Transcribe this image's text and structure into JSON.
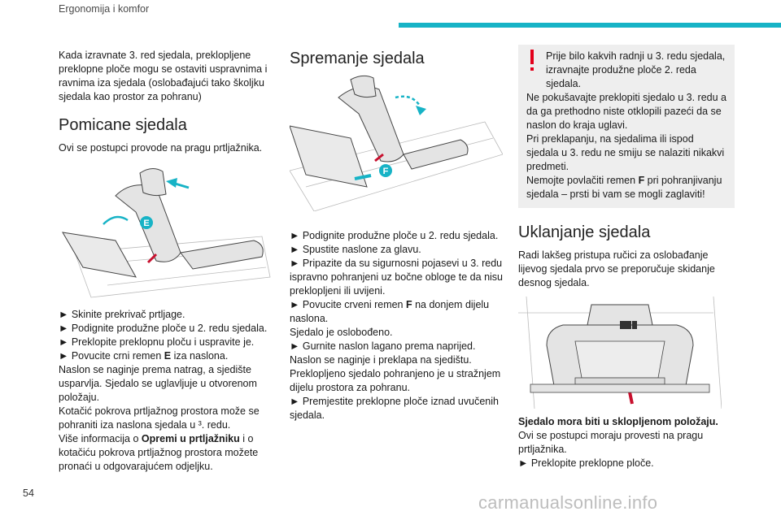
{
  "header": {
    "title": "Ergonomija i komfor",
    "accent_color": "#17b3c6"
  },
  "page_number": "54",
  "col1": {
    "intro": "Kada izravnate 3. red sjedala, preklopljene preklopne ploče mogu se ostaviti uspravnima i ravnima iza sjedala (oslobađajući tako školjku sjedala kao prostor za pohranu)",
    "heading": "Pomicane sjedala",
    "subintro": "Ovi se postupci provode na pragu prtljažnika.",
    "callout": "E",
    "steps": [
      "► Skinite prekrivač prtljage.",
      "► Podignite produžne ploče u 2. redu sjedala.",
      "► Preklopite preklopnu ploču i uspravite je."
    ],
    "step4_pre": "► Povucite crni remen ",
    "step4_bold": "E",
    "step4_post": " iza naslona.",
    "p1": "Naslon se naginje prema natrag, a sjedište usparvlja. Sjedalo se uglavljuje u otvorenom položaju.",
    "p2": "Kotačić pokrova prtljažnog prostora može se pohraniti iza naslona sjedala u ³. redu.",
    "more_pre": "Više informacija o ",
    "more_bold": "Opremi u prtljažniku",
    "more_post": " i o kotačiću pokrova prtljažnog prostora možete pronaći u odgovarajućem odjeljku."
  },
  "col2": {
    "heading": "Spremanje sjedala",
    "callout": "F",
    "steps": [
      "► Podignite produžne ploče u 2. redu sjedala.",
      "► Spustite naslone za glavu.",
      "► Pripazite da su sigurnosni pojasevi u 3. redu ispravno pohranjeni uz bočne obloge te da nisu preklopljeni ili uvijeni."
    ],
    "step4_pre": "► Povucite crveni remen ",
    "step4_bold": "F",
    "step4_post": " na donjem dijelu naslona.",
    "p1": "Sjedalo je oslobođeno.",
    "step5": "► Gurnite naslon lagano prema naprijed.",
    "p2": "Naslon se naginje i preklapa na sjedištu.",
    "p3": "Preklopljeno sjedalo pohranjeno je u stražnjem dijelu prostora za pohranu.",
    "step6": "► Premjestite preklopne ploče iznad uvučenih sjedala."
  },
  "col3": {
    "warning": {
      "line1": "Prije bilo kakvih radnji u 3. redu sjedala, izravnajte produžne ploče 2. reda sjedala.",
      "line2": "Ne pokušavajte preklopiti sjedalo u 3. redu a da ga prethodno niste otklopili pazeći da se naslon do kraja uglavi.",
      "line3": "Pri preklapanju, na sjedalima ili ispod sjedala u 3. redu ne smiju se nalaziti nikakvi predmeti.",
      "line4_pre": "Nemojte povlačiti remen ",
      "line4_bold": "F",
      "line4_post": " pri pohranjivanju sjedala – prsti bi vam se mogli zaglaviti!",
      "icon_color": "#e3001b"
    },
    "heading": "Uklanjanje sjedala",
    "intro": "Radi lakšeg pristupa ručici za oslobađanje lijevog sjedala prvo se preporučuje skidanje desnog sjedala.",
    "bold_note": "Sjedalo mora biti u sklopljenom položaju.",
    "p1": "Ovi se postupci moraju provesti na pragu prtljažnika.",
    "step1": "► Preklopite preklopne ploče."
  },
  "watermark": "carmanualsonline.info",
  "colors": {
    "callout": "#17b3c6",
    "strap_red": "#c8102e",
    "illus_fill": "#e4e4e4",
    "illus_stroke": "#444444"
  }
}
